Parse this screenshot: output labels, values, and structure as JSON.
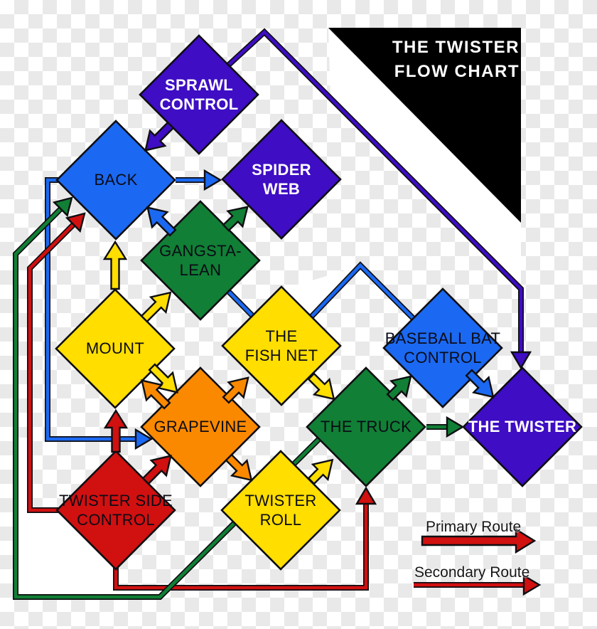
{
  "title": {
    "line1": "THE TWISTER",
    "line2": "FLOW CHART"
  },
  "legend": {
    "primary": "Primary Route",
    "secondary": "Secondary Route"
  },
  "palette": {
    "indigo": "#3E0DC4",
    "blue": "#1B69F2",
    "green": "#117F35",
    "yellow": "#FFDE00",
    "orange": "#FB8900",
    "red": "#D11010",
    "outline": "#0E0E12",
    "banner_black": "#000000",
    "checker_gray": "#E9E9E9",
    "white": "#FFFFFF"
  },
  "nodes": [
    {
      "id": "sprawl-control",
      "label": "SPRAWL\nCONTROL",
      "color": "#3E0DC4"
    },
    {
      "id": "back",
      "label": "BACK",
      "color": "#1B69F2"
    },
    {
      "id": "spider-web",
      "label": "SPIDER\nWEB",
      "color": "#3E0DC4"
    },
    {
      "id": "gangsta-lean",
      "label": "GANGSTA-\nLEAN",
      "color": "#117F35"
    },
    {
      "id": "mount",
      "label": "MOUNT",
      "color": "#FFDE00"
    },
    {
      "id": "the-fish-net",
      "label": "THE\nFISH NET",
      "color": "#FFDE00"
    },
    {
      "id": "baseball-bat-control",
      "label": "BASEBALL BAT\nCONTROL",
      "color": "#1B69F2"
    },
    {
      "id": "grapevine",
      "label": "GRAPEVINE",
      "color": "#FB8900"
    },
    {
      "id": "the-truck",
      "label": "THE TRUCK",
      "color": "#117F35"
    },
    {
      "id": "the-twister",
      "label": "THE TWISTER",
      "color": "#3E0DC4"
    },
    {
      "id": "twister-side-control",
      "label": "TWISTER SIDE\nCONTROL",
      "color": "#D11010"
    },
    {
      "id": "twister-roll",
      "label": "TWISTER\nROLL",
      "color": "#FFDE00"
    }
  ],
  "edges": [
    {
      "from": "sprawl-control",
      "to": "back",
      "route": "primary",
      "color": "indigo"
    },
    {
      "from": "gangsta-lean",
      "to": "back",
      "route": "primary",
      "color": "blue"
    },
    {
      "from": "gangsta-lean",
      "to": "spider-web",
      "route": "primary",
      "color": "green"
    },
    {
      "from": "mount",
      "to": "back",
      "route": "primary",
      "color": "yellow"
    },
    {
      "from": "mount",
      "to": "gangsta-lean",
      "route": "primary",
      "color": "yellow"
    },
    {
      "from": "mount",
      "to": "grapevine",
      "route": "primary",
      "color": "yellow"
    },
    {
      "from": "grapevine",
      "to": "mount",
      "route": "primary",
      "color": "orange"
    },
    {
      "from": "grapevine",
      "to": "the-fish-net",
      "route": "primary",
      "color": "orange"
    },
    {
      "from": "grapevine",
      "to": "twister-roll",
      "route": "primary",
      "color": "orange"
    },
    {
      "from": "the-fish-net",
      "to": "the-truck",
      "route": "primary",
      "color": "yellow"
    },
    {
      "from": "twister-roll",
      "to": "the-truck",
      "route": "primary",
      "color": "yellow"
    },
    {
      "from": "twister-side-control",
      "to": "mount",
      "route": "primary",
      "color": "red"
    },
    {
      "from": "twister-side-control",
      "to": "grapevine",
      "route": "primary",
      "color": "red"
    },
    {
      "from": "the-truck",
      "to": "baseball-bat-control",
      "route": "primary",
      "color": "green"
    },
    {
      "from": "baseball-bat-control",
      "to": "the-twister",
      "route": "primary",
      "color": "blue"
    },
    {
      "from": "back",
      "to": "spider-web",
      "route": "secondary",
      "color": "blue"
    },
    {
      "from": "sprawl-control",
      "to": "the-twister",
      "route": "secondary",
      "color": "indigo"
    },
    {
      "from": "back",
      "to": "grapevine",
      "route": "secondary",
      "color": "blue"
    },
    {
      "from": "gangsta-lean",
      "to": "baseball-bat-control",
      "route": "secondary",
      "color": "blue"
    },
    {
      "from": "the-truck",
      "to": "back",
      "route": "secondary",
      "color": "green"
    },
    {
      "from": "twister-side-control",
      "to": "back",
      "route": "secondary",
      "color": "red"
    },
    {
      "from": "twister-side-control",
      "to": "the-truck",
      "route": "secondary",
      "color": "red"
    },
    {
      "from": "the-truck",
      "to": "the-twister",
      "route": "secondary",
      "color": "green"
    }
  ]
}
